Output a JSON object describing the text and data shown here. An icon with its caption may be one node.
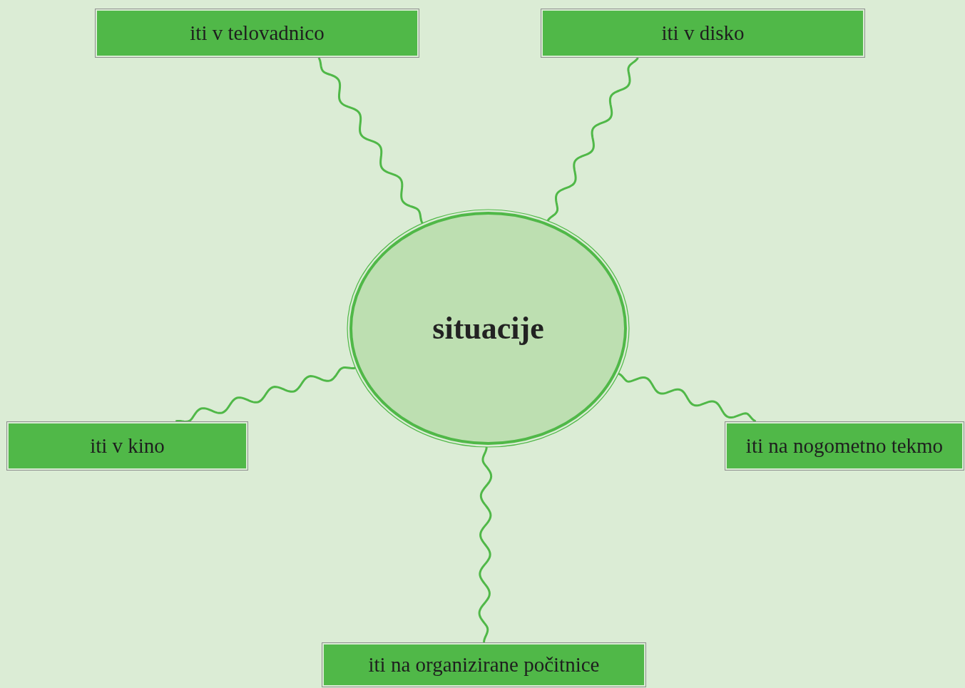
{
  "diagram": {
    "nodes": [
      {
        "text": [
          "iti v telovadnico"
        ]
      },
      {
        "text": [
          "iti v disko"
        ]
      },
      {
        "text": [
          "situacije"
        ]
      },
      {
        "text": [
          "iti v kino"
        ]
      },
      {
        "text": [
          "iti na nogometno tekmo"
        ]
      },
      {
        "text": [
          "iti na organizirane počitnice"
        ]
      }
    ],
    "edges": [
      {
        "from": 2,
        "to": 0,
        "arrow": "none"
      },
      {
        "from": 2,
        "to": 1,
        "arrow": "none"
      },
      {
        "from": 2,
        "to": 3,
        "arrow": "none"
      },
      {
        "from": 2,
        "to": 4,
        "arrow": "none"
      },
      {
        "from": 2,
        "to": 5,
        "arrow": "none"
      }
    ]
  }
}
